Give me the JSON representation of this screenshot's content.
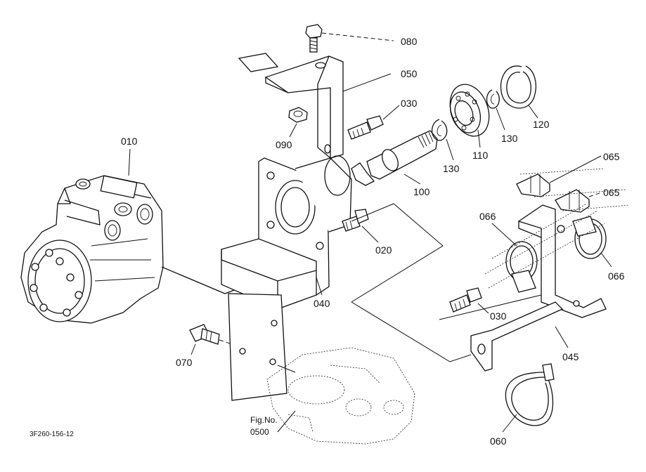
{
  "labels": {
    "p010": "010",
    "p020": "020",
    "p030a": "030",
    "p030b": "030",
    "p040": "040",
    "p045": "045",
    "p050": "050",
    "p060": "060",
    "p065a": "065",
    "p065b": "065",
    "p066a": "066",
    "p066b": "066",
    "p070": "070",
    "p080": "080",
    "p090": "090",
    "p100": "100",
    "p110": "110",
    "p120": "120",
    "p130a": "130",
    "p130b": "130"
  },
  "figure_ref": {
    "line1": "Fig.No.",
    "line2": "0500"
  },
  "drawing_code": "3F260-156-12"
}
